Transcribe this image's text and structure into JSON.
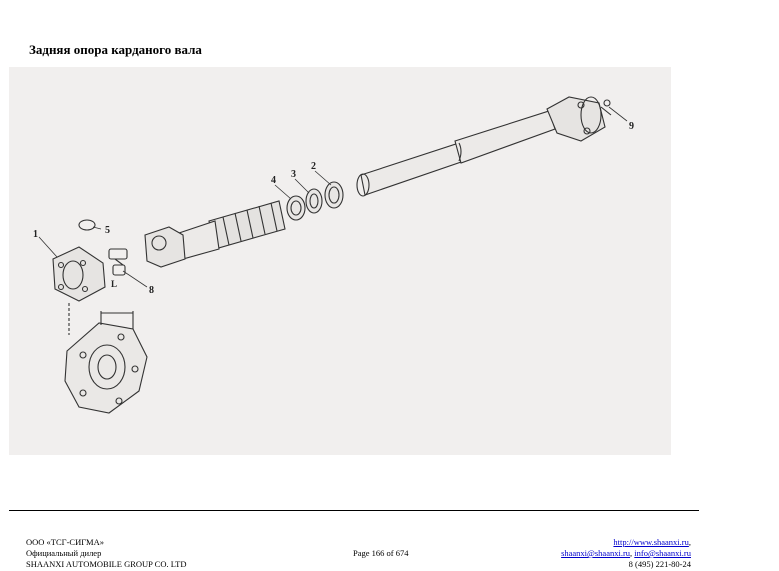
{
  "page": {
    "title": "Задняя опора карданого вала"
  },
  "figure": {
    "callouts": [
      "1",
      "2",
      "3",
      "4",
      "5",
      "8",
      "9"
    ],
    "dimension_label": "L"
  },
  "footer": {
    "company": "ООО «ТСГ-СИГМА»",
    "dealer": "Официальный дилер",
    "manufacturer": "SHAANXI AUTOMOBILE GROUP CO. LTD",
    "page_number": "Page 166 of 674",
    "website": "http://www.shaanxi.ru",
    "email_1": "shaanxi@shaanxi.ru",
    "email_2": "info@shaanxi.ru",
    "phone": "8 (495) 221-80-24"
  }
}
